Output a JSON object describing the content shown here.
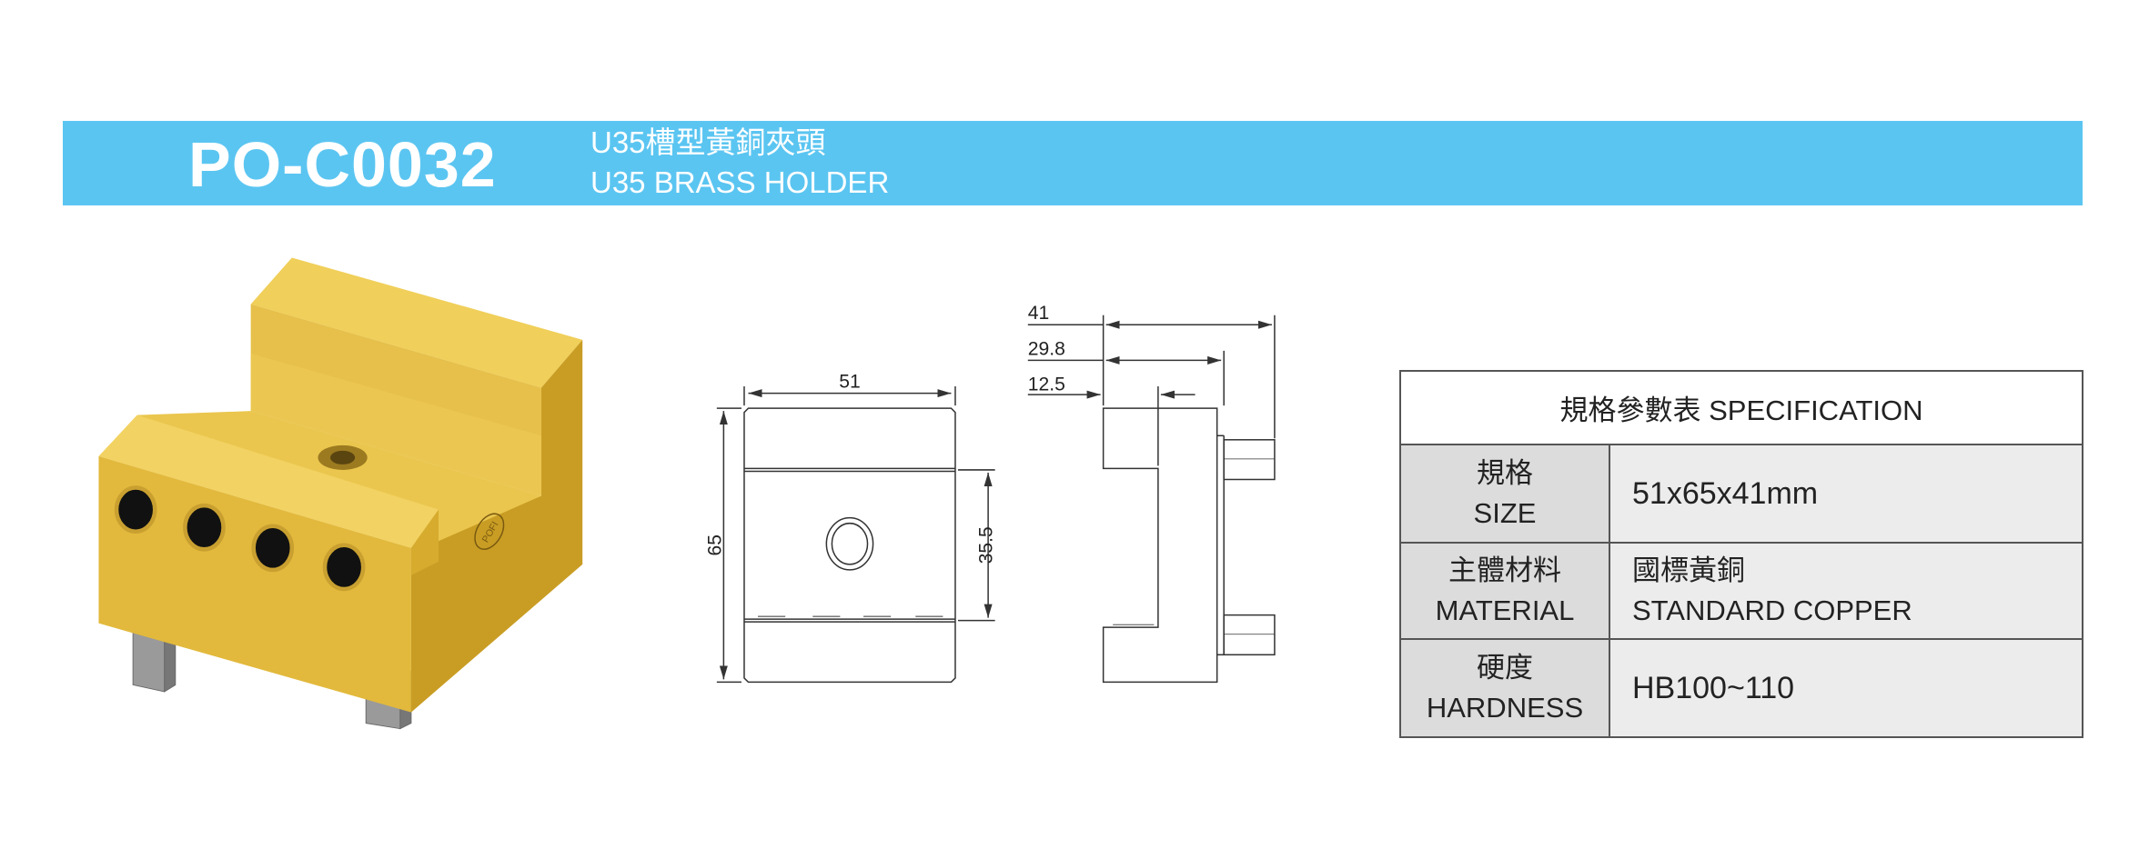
{
  "header": {
    "code": "PO-C0032",
    "title_zh": "U35槽型黃銅夾頭",
    "title_en": "U35 BRASS HOLDER"
  },
  "drawing": {
    "front": {
      "width_label": "51",
      "height_label": "65",
      "slot_label": "35.5"
    },
    "side": {
      "depth_total": "41",
      "depth_body": "29.8",
      "depth_slot": "12.5"
    },
    "product_logo": "POFI"
  },
  "spec_table": {
    "title": "規格參數表 SPECIFICATION",
    "rows": [
      {
        "key_zh": "規格",
        "key_en": "SIZE",
        "value": "51x65x41mm"
      },
      {
        "key_zh": "主體材料",
        "key_en": "MATERIAL",
        "value_zh": "國標黃銅",
        "value": "STANDARD COPPER"
      },
      {
        "key_zh": "硬度",
        "key_en": "HARDNESS",
        "value": "HB100~110"
      }
    ]
  },
  "colors": {
    "banner": "#5bc5f1",
    "brass": "#e8c54e"
  }
}
